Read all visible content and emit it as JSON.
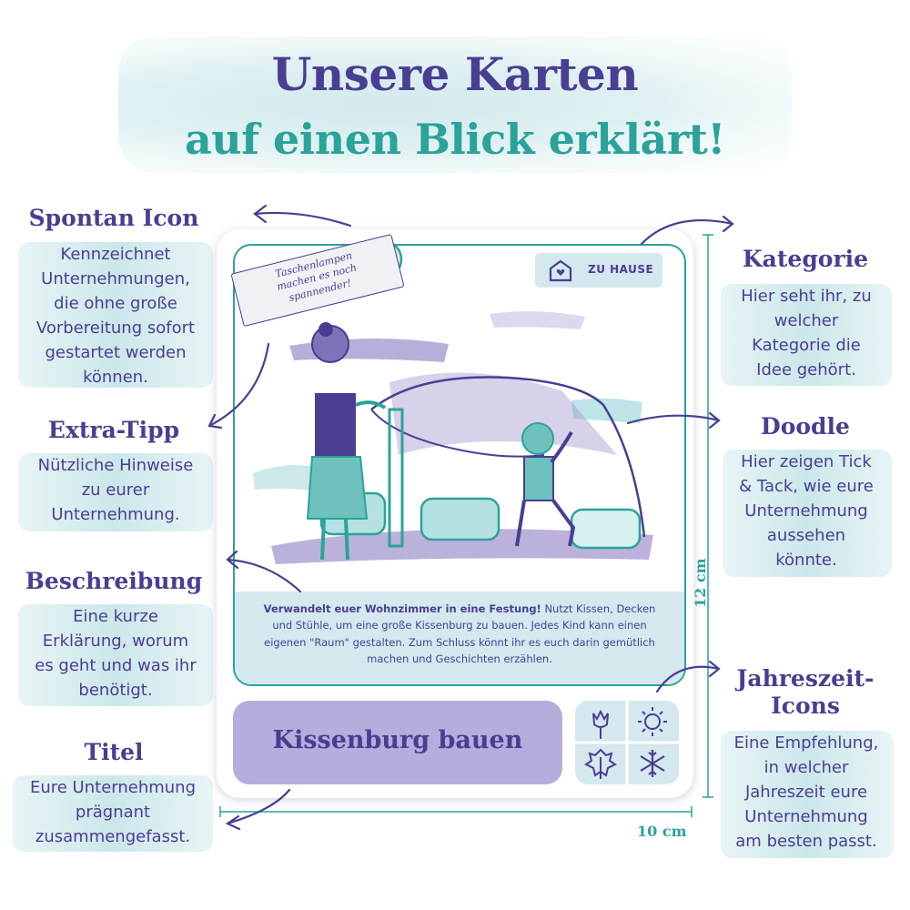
{
  "header": {
    "line1": "Unsere Karten",
    "line2": "auf einen Blick erklärt!"
  },
  "annotations": {
    "spontan": {
      "title": "Spontan Icon",
      "lines": [
        "Kennzeichnet",
        "Unternehmungen,",
        "die ohne große",
        "Vorbereitung sofort",
        "gestartet werden",
        "können."
      ]
    },
    "extratipp": {
      "title": "Extra-Tipp",
      "lines": [
        "Nützliche Hinweise",
        "zu eurer",
        "Unternehmung."
      ]
    },
    "beschreibung": {
      "title": "Beschreibung",
      "lines": [
        "Eine kurze",
        "Erklärung, worum",
        "es geht und was ihr",
        "benötigt."
      ]
    },
    "titel": {
      "title": "Titel",
      "lines": [
        "Eure Unternehmung",
        "prägnant",
        "zusammengefasst."
      ]
    },
    "kategorie": {
      "title": "Kategorie",
      "lines": [
        "Hier seht ihr, zu",
        "welcher",
        "Kategorie die",
        "Idee gehört."
      ]
    },
    "doodle": {
      "title": "Doodle",
      "lines": [
        "Hier zeigen Tick",
        "& Tack, wie eure",
        "Unternehmung",
        "aussehen",
        "könnte."
      ]
    },
    "jahreszeit": {
      "title_line1": "Jahreszeit-",
      "title_line2": "Icons",
      "lines": [
        "Eine Empfehlung,",
        "in welcher",
        "Jahreszeit eure",
        "Unternehmung",
        "am besten passt."
      ]
    }
  },
  "card": {
    "tip_lines": [
      "Taschenlampen",
      "machen es noch",
      "spannender!"
    ],
    "category": "ZU HAUSE",
    "description_bold": "Verwandelt euer Wohnzimmer in eine Festung!",
    "description_rest": " Nutzt Kissen, Decken und Stühle, um eine große Kissenburg zu bauen. Jedes Kind kann einen eigenen \"Raum\" gestalten. Zum Schluss könnt ihr es euch darin gemütlich machen und Geschichten erzählen.",
    "title": "Kissenburg bauen",
    "season_icons": [
      "tulip-icon",
      "sun-icon",
      "leaf-icon",
      "snowflake-icon"
    ],
    "spontan_icon": "lightning-icon",
    "category_icon": "house-heart-icon"
  },
  "dimensions": {
    "height": "12 cm",
    "width": "10 cm"
  },
  "colors": {
    "purple": "#4a3e93",
    "teal": "#2aa39a",
    "lavender": "#b6addd",
    "lightblue": "#d4e8ee"
  }
}
